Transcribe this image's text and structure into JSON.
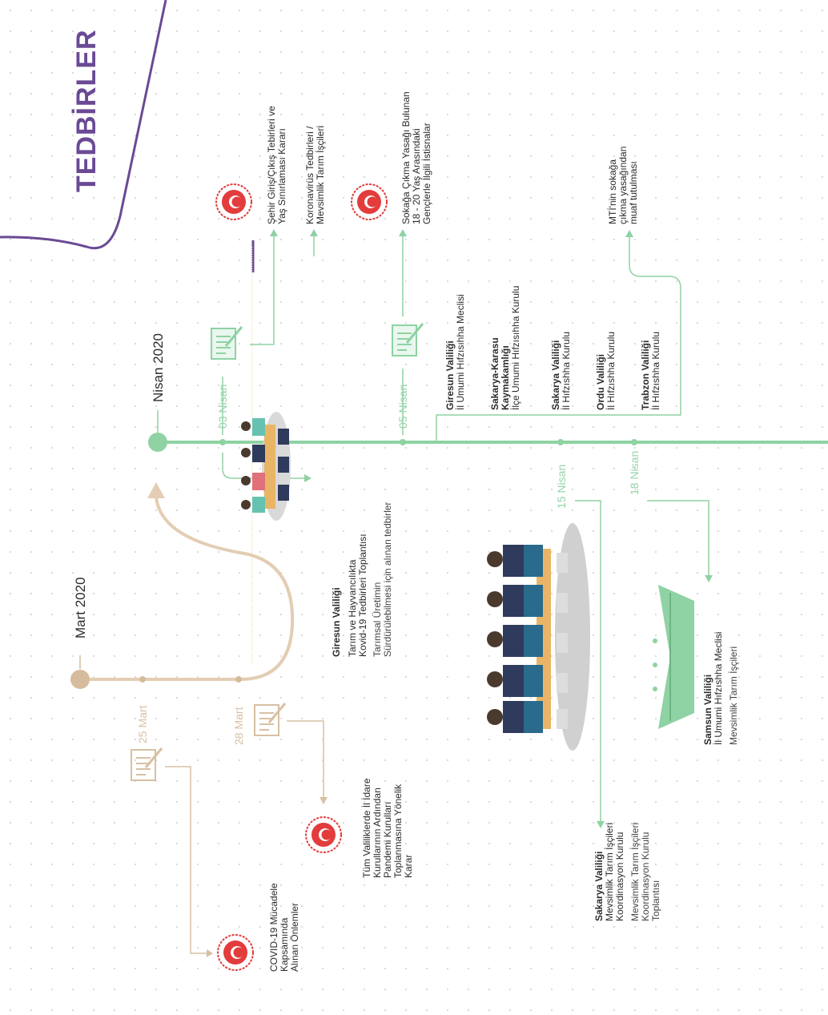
{
  "title": "TEDBİRLER",
  "months": {
    "mart": "Mart 2020",
    "nisan": "Nisan 2020"
  },
  "dates": {
    "d25_mart": "25 Mart",
    "d28_mart": "28 Mart",
    "d03_nisan": "03 Nisan",
    "d05_nisan": "05 Nisan",
    "d15_nisan": "15 Nisan",
    "d18_nisan": "18 Nisan"
  },
  "events": {
    "covid_measures": [
      "COVID-19 Mücadele",
      "Kapsamında",
      "Alınan Önlemler"
    ],
    "all_governorships": [
      "Tüm Valiliklerde İl İdare",
      "Kurullarının Ardından",
      "Pandemi Kurulları",
      "Toplanmasına Yönelik",
      "Karar"
    ],
    "giresun_meeting": {
      "org": "Giresun Valiliği",
      "lines": [
        "Tarım ve Hayvancılıkta",
        "Kovid-19 Tedbirleri Toplantısı"
      ],
      "sub": [
        "Tarımsal Üretimin",
        "Sürdürülebilmesi için alınan tedbirler"
      ]
    },
    "city_entry": [
      "Şehir Giriş/Çıkış Tebirleri ve",
      "Yaş Sınırlaması Kararı"
    ],
    "seasonal_measures": [
      "Koronavirüs Tedbirleri /",
      "Mevsimlik Tarım İşçileri"
    ],
    "curfew_exception": [
      "Sokağa Çıkma Yasağı Bulunan",
      "18 - 20 Yaş Arasındaki",
      "Gençlerle İlgili İstisnalar"
    ],
    "mti_exempt": [
      "MTİ'nin sokağa",
      "çıkma yasağından",
      "muaf tutulması"
    ],
    "councils": [
      {
        "org": "Giresun Valiliği",
        "body": "İl Umumi Hıfzısıhha Meclisi"
      },
      {
        "org": "Sakarya-Karasu Kaymakamlığı",
        "org_lines": [
          "Sakarya-Karasu",
          "Kaymakamlığı"
        ],
        "body": "İlçe Umumi Hıfzısıhha Kurulu"
      },
      {
        "org": "Sakarya Valiliği",
        "body": "İl Hıfzıshha Kurulu"
      },
      {
        "org": "Ordu Valiliği",
        "body": "İl Hıfzıshha Kurulu"
      },
      {
        "org": "Trabzon Valiliği",
        "body": "İl Hıfzıshha Kurulu"
      }
    ],
    "sakarya_coord": {
      "org": "Sakarya Valiliği",
      "lines": [
        "Mevsimlik Tarım İşçileri",
        "Koordinasyon Kurulu"
      ],
      "sub": [
        "Mevsimlik Tarım İşçileri",
        "Koordinasyon Kurulu",
        "Toplantısı"
      ]
    },
    "samsun": {
      "org": "Samsun Valiliği",
      "lines": [
        "İl Umumi Hıfzıshha Meclisi"
      ],
      "sub": [
        "Mevsimlik Tarım İşçileri"
      ]
    }
  },
  "colors": {
    "tan": "#e3cdb3",
    "tan_dark": "#d6bc9c",
    "green": "#8fd2a3",
    "purple": "#6a4a94",
    "seal_red": "#e23c3c"
  },
  "icons": [
    "turkish-seal-icon",
    "document-pen-icon",
    "meeting-illustration",
    "tent-camp-illustration"
  ]
}
